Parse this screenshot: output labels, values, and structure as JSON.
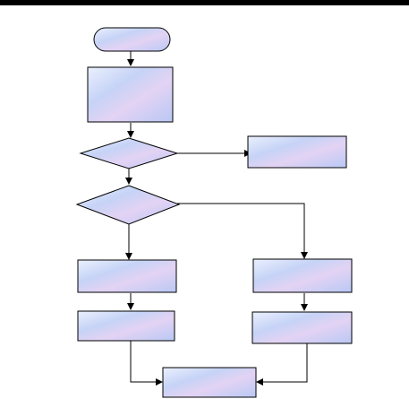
{
  "diagram": {
    "style": {
      "node_fill_light": "#eaf0fe",
      "node_fill_dark": "#b9c8f4",
      "node_accent": "#e3d3f4",
      "stroke": "#000000",
      "header_bar": "#000000",
      "background": "#ffffff"
    },
    "nodes": [
      {
        "id": "start",
        "shape": "terminator",
        "label": ""
      },
      {
        "id": "process-1",
        "shape": "process",
        "label": ""
      },
      {
        "id": "decision-1",
        "shape": "decision",
        "label": ""
      },
      {
        "id": "side-box",
        "shape": "process",
        "label": ""
      },
      {
        "id": "decision-2",
        "shape": "decision",
        "label": ""
      },
      {
        "id": "left-step-1",
        "shape": "process",
        "label": ""
      },
      {
        "id": "left-step-2",
        "shape": "process",
        "label": ""
      },
      {
        "id": "right-step-1",
        "shape": "process",
        "label": ""
      },
      {
        "id": "right-step-2",
        "shape": "process",
        "label": ""
      },
      {
        "id": "end-box",
        "shape": "process",
        "label": ""
      }
    ],
    "edges": [
      {
        "from": "start",
        "to": "process-1"
      },
      {
        "from": "process-1",
        "to": "decision-1"
      },
      {
        "from": "decision-1",
        "to": "side-box"
      },
      {
        "from": "decision-1",
        "to": "decision-2"
      },
      {
        "from": "decision-2",
        "to": "left-step-1"
      },
      {
        "from": "decision-2",
        "to": "right-step-1"
      },
      {
        "from": "left-step-1",
        "to": "left-step-2"
      },
      {
        "from": "right-step-1",
        "to": "right-step-2"
      },
      {
        "from": "left-step-2",
        "to": "end-box"
      },
      {
        "from": "right-step-2",
        "to": "end-box"
      }
    ]
  }
}
